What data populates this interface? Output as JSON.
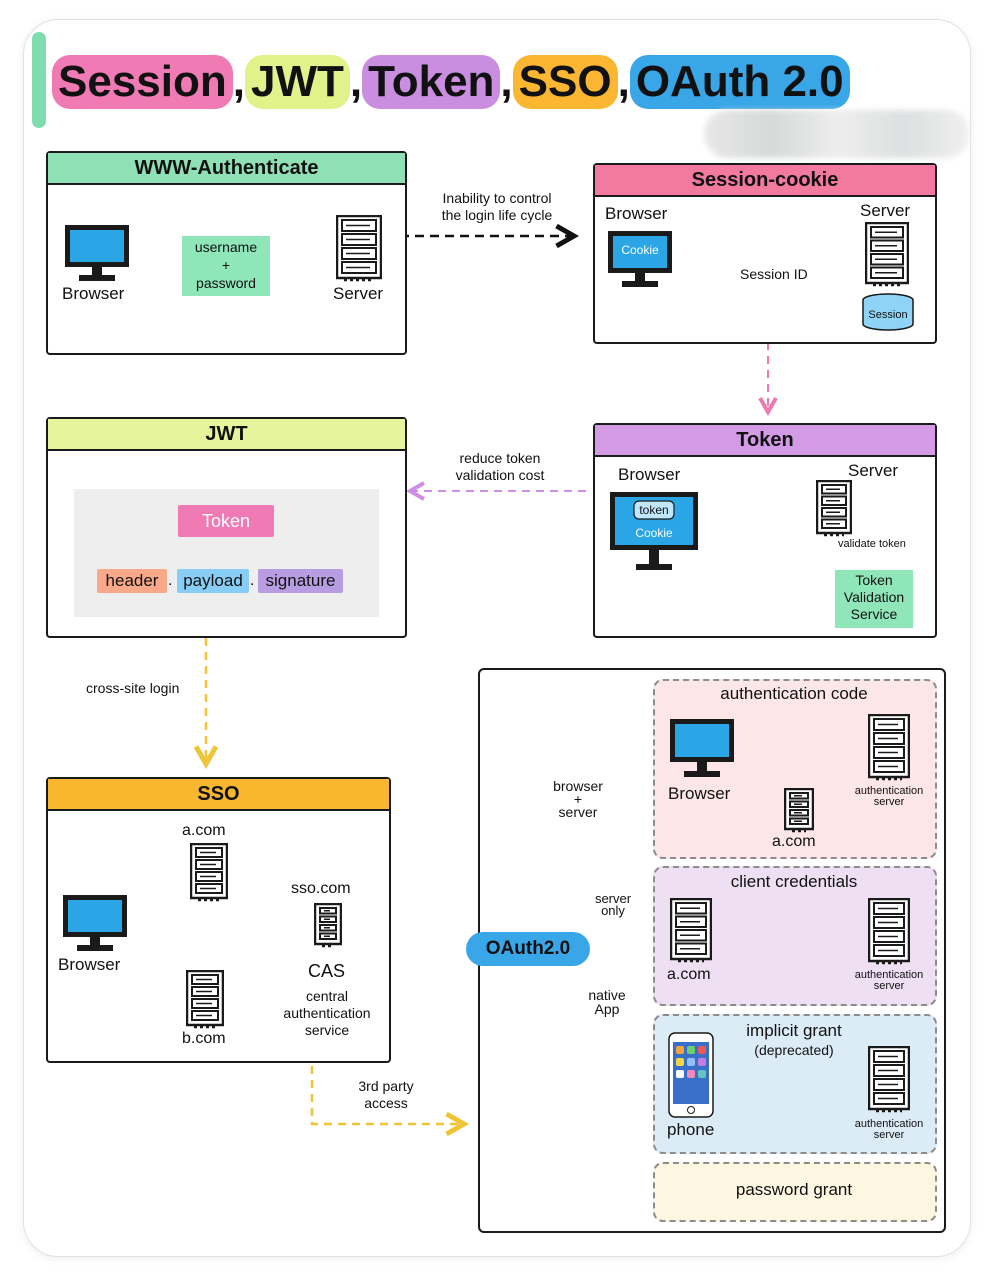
{
  "title": {
    "parts": [
      {
        "text": "Session",
        "bg": "#f07ab3"
      },
      {
        "text": ",",
        "bg": ""
      },
      {
        "text": "JWT",
        "bg": "#e1f28a"
      },
      {
        "text": ",",
        "bg": ""
      },
      {
        "text": "Token",
        "bg": "#c98ee0"
      },
      {
        "text": ",",
        "bg": ""
      },
      {
        "text": "SSO",
        "bg": "#fbb731"
      },
      {
        "text": ",",
        "bg": ""
      },
      {
        "text": "OAuth 2.0",
        "bg": "#39a6e8"
      }
    ]
  },
  "colors": {
    "www_header": "#8fe0b4",
    "session_header": "#f2799f",
    "jwt_header": "#e6f59b",
    "token_header": "#d39be6",
    "sso_header": "#f8b72f",
    "monitor": "#2aa5e6",
    "arrow_pink": "#ec7ab0",
    "arrow_violet": "#cf8ee6",
    "arrow_yellow": "#f0c437",
    "arrow_blue": "#4bb7e8"
  },
  "www": {
    "header": "WWW-Authenticate",
    "browser": "Browser",
    "server": "Server",
    "cred_line1": "username",
    "cred_line2": "+",
    "cred_line3": "password"
  },
  "arrow_www_session": {
    "line1": "Inability to control",
    "line2": "the login life cycle"
  },
  "session": {
    "header": "Session-cookie",
    "browser": "Browser",
    "server": "Server",
    "cookie": "Cookie",
    "session_id": "Session ID",
    "db": "Session"
  },
  "token": {
    "header": "Token",
    "browser": "Browser",
    "server": "Server",
    "tok": "token",
    "cookie": "Cookie",
    "validate": "validate token",
    "svc_line1": "Token",
    "svc_line2": "Validation",
    "svc_line3": "Service"
  },
  "arrow_token_jwt": {
    "line1": "reduce token",
    "line2": "validation cost"
  },
  "jwt": {
    "header": "JWT",
    "token": "Token",
    "part1": "header",
    "dot1": ".",
    "part2": "payload",
    "dot2": ".",
    "part3": "signature"
  },
  "arrow_jwt_sso": "cross-site login",
  "sso": {
    "header": "SSO",
    "a": "a.com",
    "b": "b.com",
    "ssocom": "sso.com",
    "browser": "Browser",
    "cas": "CAS",
    "cas_line1": "central",
    "cas_line2": "authentication",
    "cas_line3": "service"
  },
  "arrow_sso_oauth": {
    "line1": "3rd party",
    "line2": "access"
  },
  "oauth": {
    "hub": "OAuth2.0",
    "branch1_line1": "browser",
    "branch1_line2": "+",
    "branch1_line3": "server",
    "branch2_line1": "server",
    "branch2_line2": "only",
    "branch3_line1": "native",
    "branch3_line2": "App",
    "auth_code": {
      "title": "authentication code",
      "browser": "Browser",
      "client": "a.com",
      "auth_line1": "authentication",
      "auth_line2": "server"
    },
    "client_cred": {
      "title": "client credentials",
      "client": "a.com",
      "auth_line1": "authentication",
      "auth_line2": "server"
    },
    "implicit": {
      "title": "implicit grant",
      "sub": "(deprecated)",
      "phone": "phone",
      "auth_line1": "authentication",
      "auth_line2": "server"
    },
    "password": {
      "title": "password grant"
    }
  }
}
